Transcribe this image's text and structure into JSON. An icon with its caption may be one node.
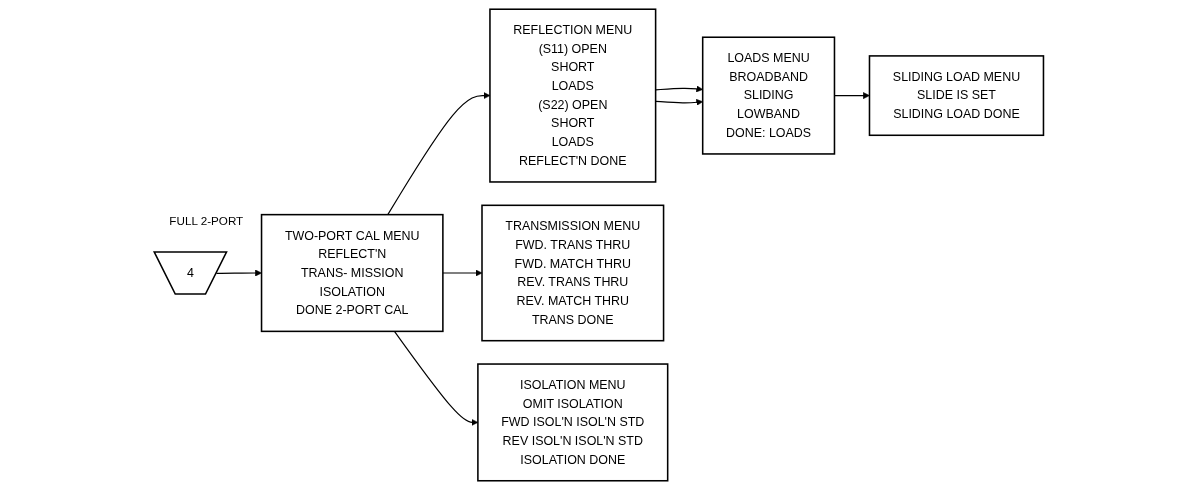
{
  "diagram": {
    "nodes": [
      {
        "text": [
          "4"
        ],
        "beside": [
          "FULL 2-PORT"
        ]
      },
      {
        "text": [
          "TWO-PORT CAL MENU",
          "REFLECT'N",
          "TRANS- MISSION",
          "ISOLATION",
          "DONE 2-PORT CAL"
        ]
      },
      {
        "text": [
          "REFLECTION MENU",
          "(S11) OPEN",
          "SHORT",
          "LOADS",
          "(S22) OPEN",
          "SHORT",
          "LOADS",
          "REFLECT'N DONE"
        ]
      },
      {
        "text": [
          "LOADS MENU",
          "BROADBAND",
          "SLIDING",
          "LOWBAND",
          "DONE: LOADS"
        ]
      },
      {
        "text": [
          "SLIDING LOAD MENU",
          "SLIDE IS SET",
          "SLIDING LOAD DONE"
        ]
      },
      {
        "text": [
          "TRANSMISSION MENU",
          "FWD. TRANS THRU",
          "FWD. MATCH THRU",
          "REV. TRANS THRU",
          "REV. MATCH THRU",
          "TRANS DONE"
        ]
      },
      {
        "text": [
          "ISOLATION MENU",
          "OMIT ISOLATION",
          "FWD ISOL'N ISOL'N STD",
          "REV ISOL'N ISOL'N STD",
          "ISOLATION DONE"
        ]
      }
    ],
    "edges": [
      {
        "from": 0,
        "to": 1,
        "arrow": "to"
      },
      {
        "from": 1,
        "to": 2,
        "arrow": "to"
      },
      {
        "from": 2,
        "to": 3,
        "arrow": "to"
      },
      {
        "from": 2,
        "to": 3,
        "arrow": "to"
      },
      {
        "from": 3,
        "to": 4,
        "arrow": "to"
      },
      {
        "from": 1,
        "to": 5,
        "arrow": "to"
      },
      {
        "from": 1,
        "to": 6,
        "arrow": "to"
      }
    ]
  }
}
